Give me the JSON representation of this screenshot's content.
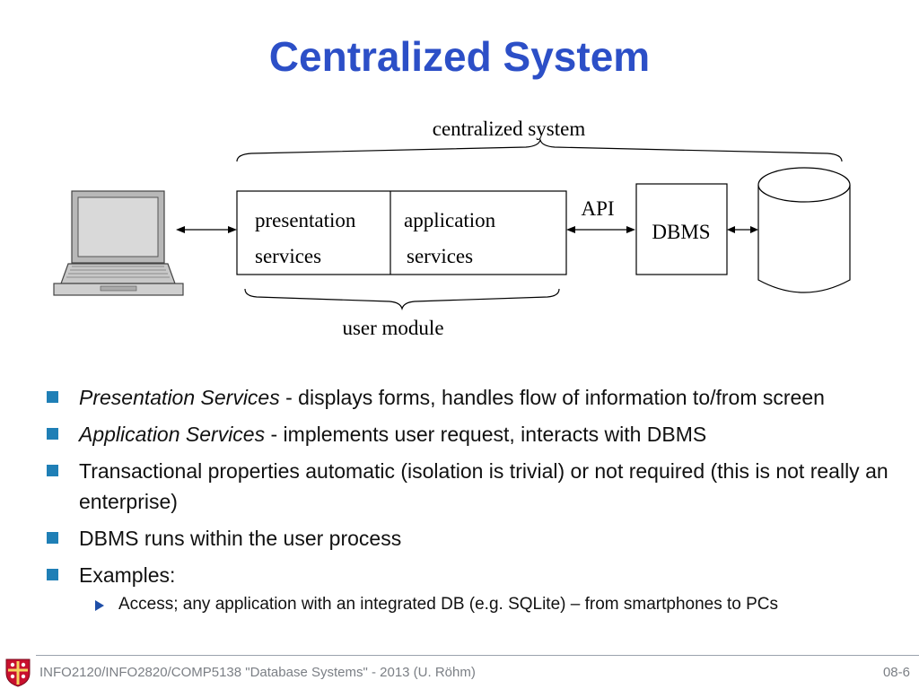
{
  "title": "Centralized System",
  "diagram": {
    "centralized_label": "centralized system",
    "presentation_line1": "presentation",
    "presentation_line2": "services",
    "application_line1": "application",
    "application_line2": "services",
    "api_label": "API",
    "dbms_label": "DBMS",
    "user_module_label": "user module",
    "icons": [
      "laptop-icon",
      "database-cylinder-icon"
    ]
  },
  "bullets": [
    {
      "term": "Presentation Services",
      "text": " - displays forms, handles flow of information to/from screen"
    },
    {
      "term": "Application Services",
      "text": " - implements user request, interacts with DBMS"
    },
    {
      "term": "",
      "text": "Transactional properties automatic (isolation is trivial) or not required (this is not really an enterprise)"
    },
    {
      "term": "",
      "text": "DBMS runs within the user process"
    },
    {
      "term": "",
      "text": "Examples:"
    }
  ],
  "sub_bullet": "Access; any application with an integrated DB (e.g. SQLite) – from smartphones to PCs",
  "footer": {
    "course": "INFO2120/INFO2820/COMP5138 \"Database Systems\" - 2013 (U. Röhm)",
    "page": "08-6"
  },
  "colors": {
    "title": "#2c4fc7",
    "bullet": "#1f7fb6",
    "footer_text": "#7b7f85"
  }
}
